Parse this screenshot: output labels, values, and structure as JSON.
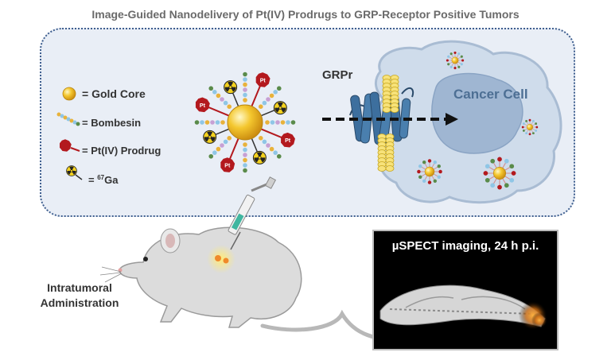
{
  "title": "Image-Guided Nanodelivery of Pt(IV) Prodrugs to GRP-Receptor Positive Tumors",
  "legend": {
    "gold_core": "= Gold Core",
    "bombesin": "= Bombesin",
    "prodrug": "= Pt(IV) Prodrug",
    "ga_prefix": "= ",
    "ga_sup": "67",
    "ga_suffix": "Ga"
  },
  "pt_label": "Pt",
  "grpr_label": "GRPr",
  "cell_label": "Cancer Cell",
  "admin_label_line1": "Intratumoral",
  "admin_label_line2": "Administration",
  "spect_label": "µSPECT imaging, 24 h p.i.",
  "colors": {
    "gold": "#f2c531",
    "prodrug_red": "#b3191e",
    "receptor_blue": "#3d6f9e",
    "cell_membrane": "#b9c9dc",
    "nucleus": "#9fb6d2",
    "panel_border": "#3f5f8f",
    "radiation_yellow": "#f4d21f"
  },
  "icons": [
    "gold-core-icon",
    "bombesin-icon",
    "prodrug-icon",
    "radioactive-icon",
    "syringe-icon",
    "mouse-illustration"
  ]
}
